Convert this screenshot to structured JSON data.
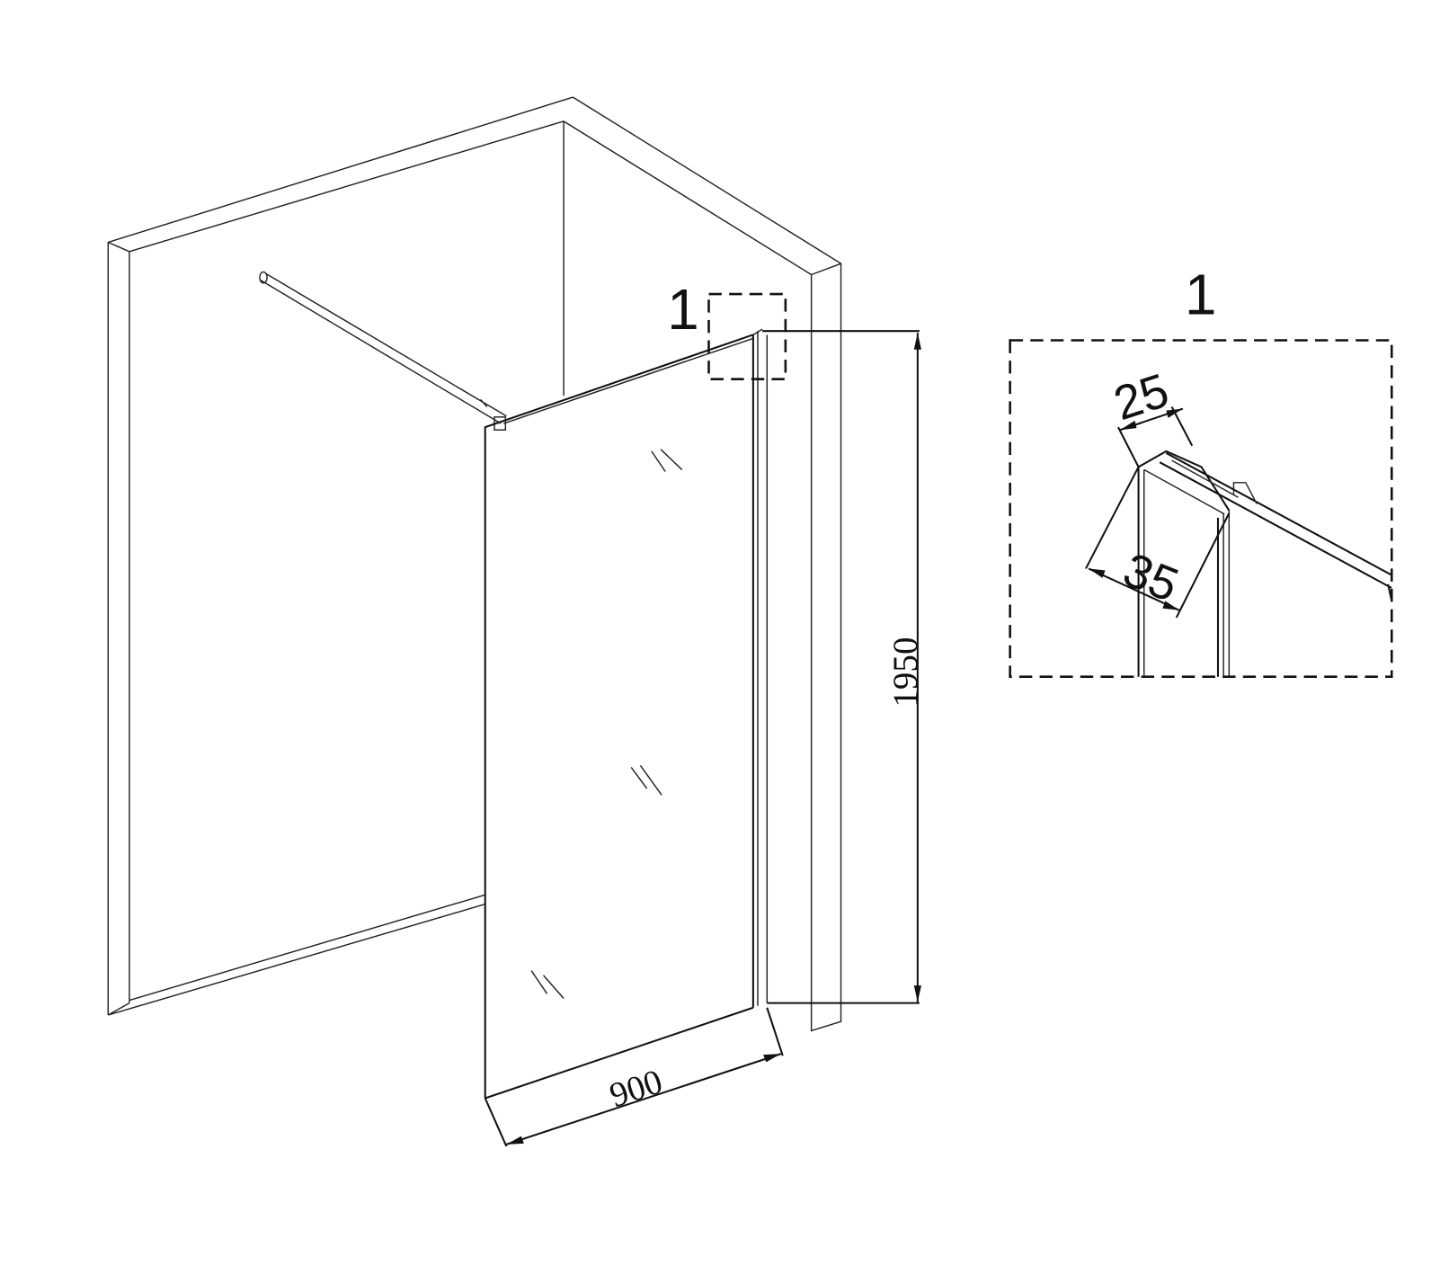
{
  "main_view": {
    "detail_marker": "1",
    "height_dimension": "1950",
    "width_dimension": "900"
  },
  "detail_view": {
    "label": "1",
    "profile_width": "25",
    "profile_depth": "35"
  }
}
